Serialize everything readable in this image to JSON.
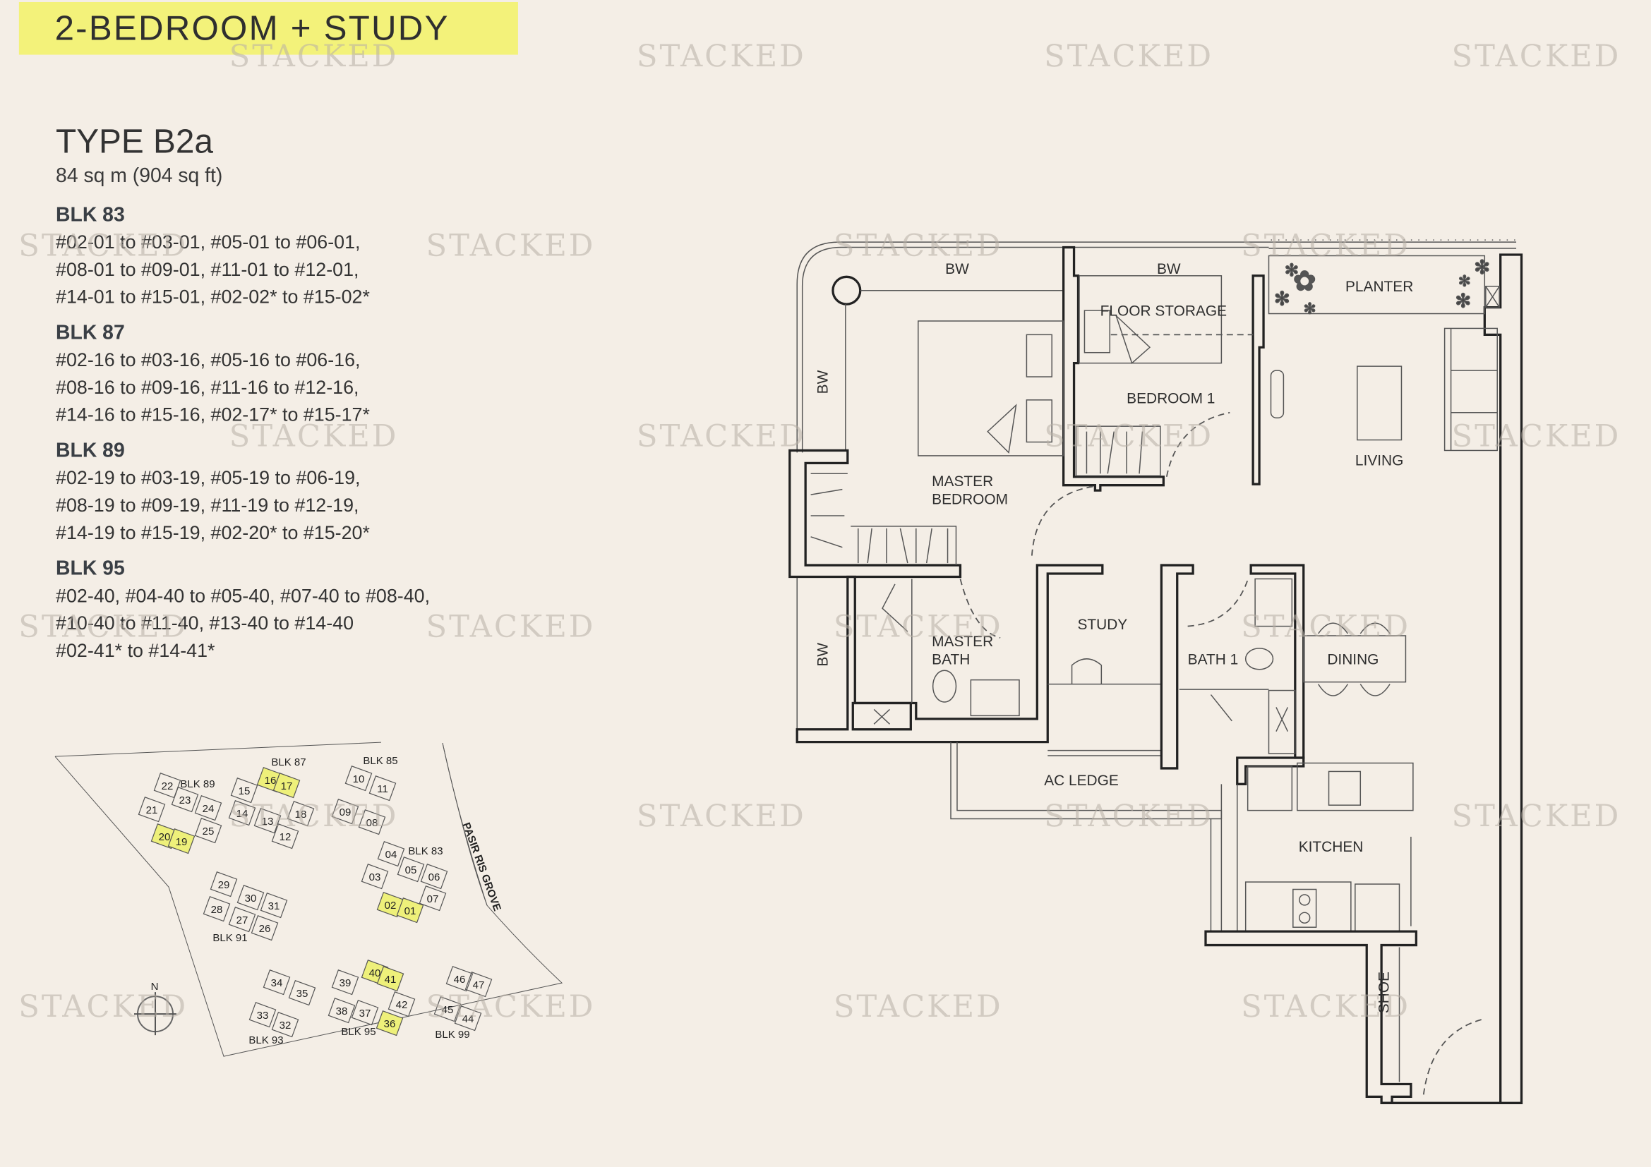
{
  "header": {
    "title": "2-BEDROOM + STUDY",
    "highlight_color": "#f3f27a"
  },
  "unit": {
    "type": "TYPE B2a",
    "size": "84 sq m (904 sq ft)"
  },
  "blocks": [
    {
      "name": "BLK 83",
      "lines": [
        "#02-01 to #03-01, #05-01 to #06-01,",
        "#08-01 to #09-01, #11-01 to #12-01,",
        "#14-01 to #15-01, #02-02* to #15-02*"
      ]
    },
    {
      "name": "BLK 87",
      "lines": [
        "#02-16 to #03-16, #05-16 to #06-16,",
        "#08-16 to #09-16, #11-16 to #12-16,",
        "#14-16 to #15-16, #02-17* to #15-17*"
      ]
    },
    {
      "name": "BLK 89",
      "lines": [
        "#02-19 to #03-19, #05-19 to #06-19,",
        "#08-19 to #09-19, #11-19 to #12-19,",
        "#14-19 to #15-19, #02-20* to #15-20*"
      ]
    },
    {
      "name": "BLK 95",
      "lines": [
        "#02-40, #04-40 to #05-40, #07-40 to #08-40,",
        "#10-40 to #11-40, #13-40 to #14-40",
        "#02-41* to #14-41*"
      ]
    }
  ],
  "watermark": "STACKED",
  "floor_plan": {
    "labels": {
      "bw_1": "BW",
      "bw_2": "BW",
      "bw_3": "BW",
      "bw_4": "BW",
      "planter": "PLANTER",
      "floor_storage": "FLOOR STORAGE",
      "bedroom1": "BEDROOM 1",
      "living": "LIVING",
      "master_bedroom_1": "MASTER",
      "master_bedroom_2": "BEDROOM",
      "study": "STUDY",
      "master_bath_1": "MASTER",
      "master_bath_2": "BATH",
      "bath1": "BATH 1",
      "dining": "DINING",
      "ac_ledge": "AC LEDGE",
      "kitchen": "KITCHEN",
      "shoe": "SHOE"
    }
  },
  "site_plan": {
    "road": "PASIR RIS GROVE",
    "north": "N",
    "highlight_color": "#eef07a",
    "block_labels": [
      "BLK 89",
      "BLK 87",
      "BLK 85",
      "BLK 83",
      "BLK 91",
      "BLK 93",
      "BLK 95",
      "BLK 99"
    ],
    "units": [
      {
        "n": "22"
      },
      {
        "n": "23"
      },
      {
        "n": "24"
      },
      {
        "n": "21"
      },
      {
        "n": "25"
      },
      {
        "n": "20",
        "highlighted": true
      },
      {
        "n": "19",
        "highlighted": true
      },
      {
        "n": "16",
        "highlighted": true
      },
      {
        "n": "17",
        "highlighted": true
      },
      {
        "n": "15"
      },
      {
        "n": "14"
      },
      {
        "n": "13"
      },
      {
        "n": "18"
      },
      {
        "n": "12"
      },
      {
        "n": "10"
      },
      {
        "n": "11"
      },
      {
        "n": "09"
      },
      {
        "n": "08"
      },
      {
        "n": "04"
      },
      {
        "n": "05"
      },
      {
        "n": "06"
      },
      {
        "n": "03"
      },
      {
        "n": "07"
      },
      {
        "n": "02",
        "highlighted": true
      },
      {
        "n": "01",
        "highlighted": true
      },
      {
        "n": "29"
      },
      {
        "n": "30"
      },
      {
        "n": "31"
      },
      {
        "n": "28"
      },
      {
        "n": "27"
      },
      {
        "n": "26"
      },
      {
        "n": "34"
      },
      {
        "n": "35"
      },
      {
        "n": "33"
      },
      {
        "n": "32"
      },
      {
        "n": "39"
      },
      {
        "n": "40",
        "highlighted": true
      },
      {
        "n": "41",
        "highlighted": true
      },
      {
        "n": "42"
      },
      {
        "n": "38"
      },
      {
        "n": "37"
      },
      {
        "n": "36",
        "highlighted": true
      },
      {
        "n": "46"
      },
      {
        "n": "47"
      },
      {
        "n": "45"
      },
      {
        "n": "44"
      }
    ]
  }
}
